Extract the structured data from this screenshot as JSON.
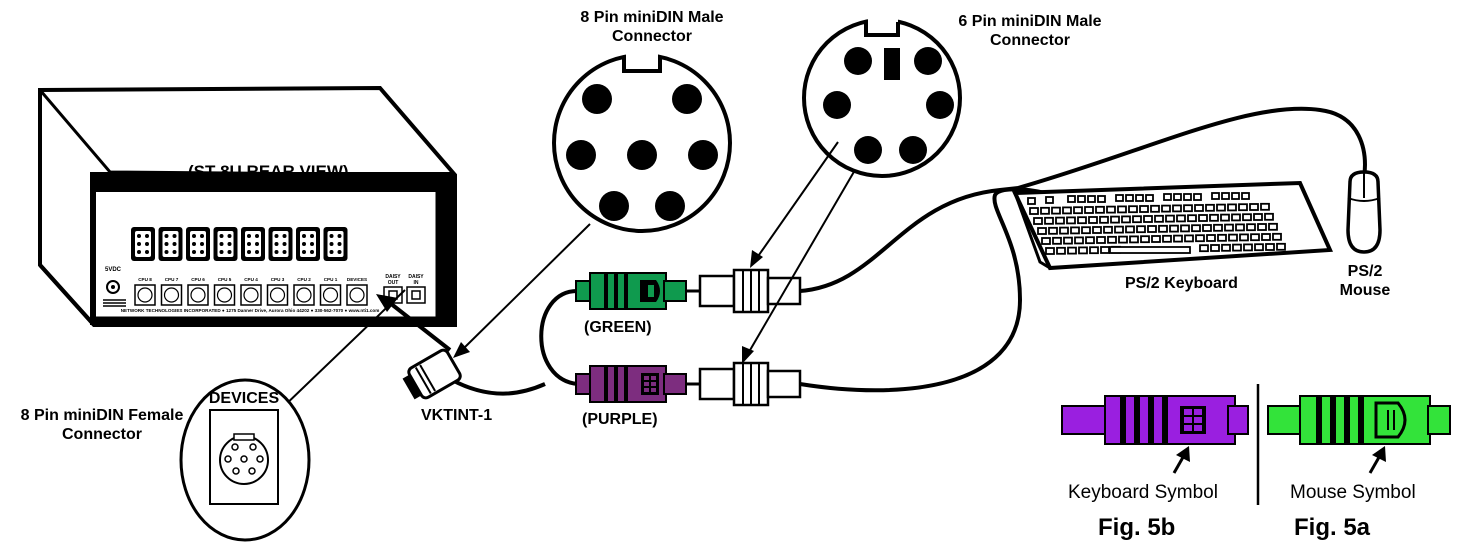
{
  "labels": {
    "rear_view": "(ST-8U REAR VIEW)",
    "male8_line1": "8 Pin miniDIN Male",
    "male8_line2": "Connector",
    "male6_line1": "6 Pin miniDIN Male",
    "male6_line2": "Connector",
    "female8_line1": "8 Pin miniDIN Female",
    "female8_line2": "Connector",
    "adapter": "VKTINT-1",
    "green": "(GREEN)",
    "purple": "(PURPLE)",
    "keyboard": "PS/2 Keyboard",
    "mouse_line1": "PS/2",
    "mouse_line2": "Mouse",
    "keyboard_symbol": "Keyboard Symbol",
    "mouse_symbol": "Mouse Symbol",
    "fig_5b": "Fig. 5b",
    "fig_5a": "Fig. 5a",
    "devices_port": "DEVICES"
  },
  "panel": {
    "port_labels": [
      "CPU 8",
      "CPU 7",
      "CPU 6",
      "CPU 5",
      "CPU 4",
      "CPU 3",
      "CPU 2",
      "CPU 1",
      "DEVICES"
    ],
    "power_label": "5VDC",
    "daisy_out": [
      "DAISY",
      "OUT"
    ],
    "daisy_in": [
      "DAISY",
      "IN"
    ],
    "footer": "NETWORK TECHNOLOGIES INCORPORATED ● 1275 Danner Drive, Aurora Ohio 44202 ● 330-562-7070 ● www.nti1.com"
  },
  "colors": {
    "green_connector": "#0f9a4e",
    "purple_connector": "#7d2d7f",
    "symbol_purple": "#9a1fe0",
    "symbol_green": "#33e33a",
    "line": "#000000"
  },
  "icons": [
    "keyboard-symbol-icon",
    "mouse-symbol-icon"
  ]
}
